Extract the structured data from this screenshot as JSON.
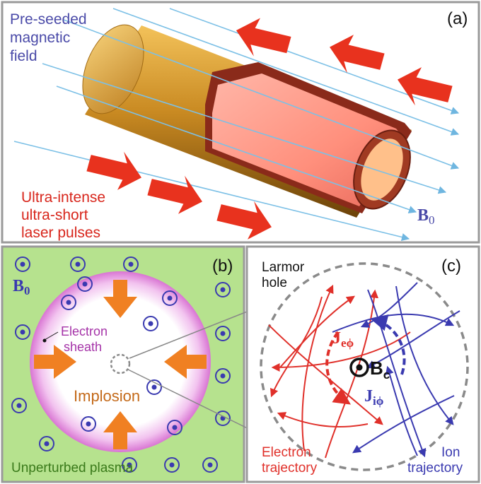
{
  "panel_a": {
    "label": "(a)",
    "field_label": [
      "Pre-seeded",
      "magnetic",
      "field"
    ],
    "laser_label": [
      "Ultra-intense",
      "ultra-short",
      "laser pulses"
    ],
    "b0": "B",
    "b0_sub": "0",
    "colors": {
      "field": "#4a4aa8",
      "laser": "#d8261c",
      "arrow": "#e8321e",
      "line": "#7cc0e6"
    }
  },
  "panel_b": {
    "label": "(b)",
    "b0": "B",
    "b0_sub": "0",
    "sheath_label": [
      "Electron",
      "sheath"
    ],
    "implosion": "Implosion",
    "plasma_label": "Unperturbed plasma",
    "colors": {
      "plasma": "#b6e28e",
      "sheath": "#e58fe0",
      "implosion": "#c46a1a",
      "arrow": "#f08022",
      "symbol": "#3a3ab0"
    }
  },
  "panel_c": {
    "label": "(c)",
    "hole_label": [
      "Larmor",
      "hole"
    ],
    "je": "J",
    "je_sub": "eϕ",
    "ji": "J",
    "ji_sub": "iϕ",
    "bc": "B",
    "bc_sub": "c",
    "electron_label": [
      "Electron",
      "trajectory"
    ],
    "ion_label": [
      "Ion",
      "trajectory"
    ],
    "colors": {
      "electron": "#e0302a",
      "ion": "#3a3ab0",
      "hole": "#8a8a8a"
    }
  }
}
